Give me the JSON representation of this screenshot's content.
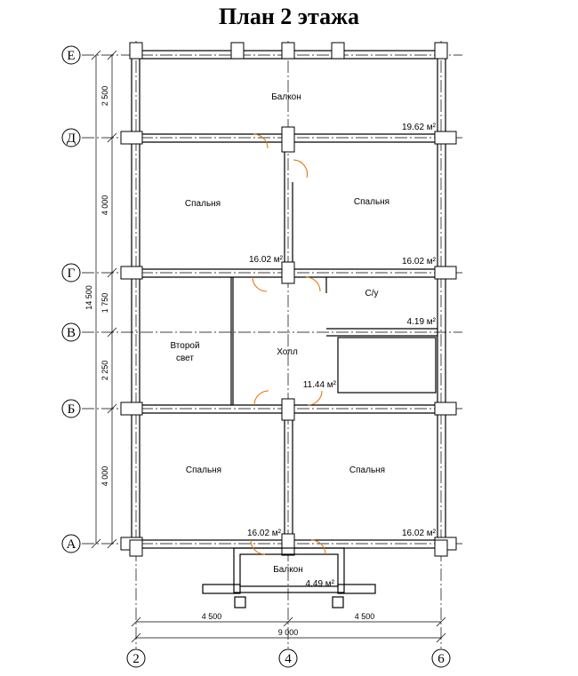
{
  "title": "План 2 этажа",
  "rooms": {
    "balcony_top": "Балкон",
    "bedroom_nw": "Спальня",
    "bedroom_ne": "Спальня",
    "bathroom": "С/у",
    "second_light": "Второй\nсвет",
    "hall": "Холл",
    "bedroom_sw": "Спальня",
    "bedroom_se": "Спальня",
    "balcony_bottom": "Балкон"
  },
  "areas": {
    "balcony_top": "19.62 м²",
    "bedroom_nw": "16.02 м²",
    "bedroom_ne": "16.02 м²",
    "bathroom": "4.19 м²",
    "hall": "11.44 м²",
    "bedroom_sw": "16.02 м²",
    "bedroom_se": "16.02 м²",
    "balcony_bottom": "4.49 м²"
  },
  "axes": {
    "rows": [
      "Е",
      "Д",
      "Г",
      "В",
      "Б",
      "А"
    ],
    "cols": [
      "2",
      "4",
      "6"
    ]
  },
  "dimensions": {
    "vertical": [
      "2 500",
      "4 000",
      "1 750",
      "2 250",
      "4 000"
    ],
    "vertical_total": "14 500",
    "horizontal": [
      "4 500",
      "4 500"
    ],
    "horizontal_total": "9 000"
  },
  "colors": {
    "wall": "#000000",
    "door": "#e06c00",
    "dash": "#000000"
  }
}
